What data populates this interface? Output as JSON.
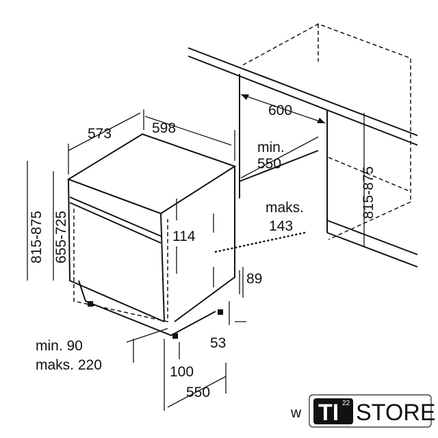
{
  "dimensions": {
    "cabinet_width": "600",
    "min_label": "min.",
    "min_depth": "550",
    "cabinet_height": "815-875",
    "maks_label": "maks.",
    "maks_143": "143",
    "depth": "573",
    "width": "598",
    "height_total": "815-875",
    "height_front": "655-725",
    "panel_114": "114",
    "plinth_89": "89",
    "foot_53": "53",
    "plinth_min": "min. 90",
    "plinth_max": "maks. 220",
    "recess_100": "100",
    "bottom_550": "550"
  },
  "logo": {
    "prefix": "w",
    "ti": "TI",
    "superscript": "22",
    "store": "STORE"
  }
}
